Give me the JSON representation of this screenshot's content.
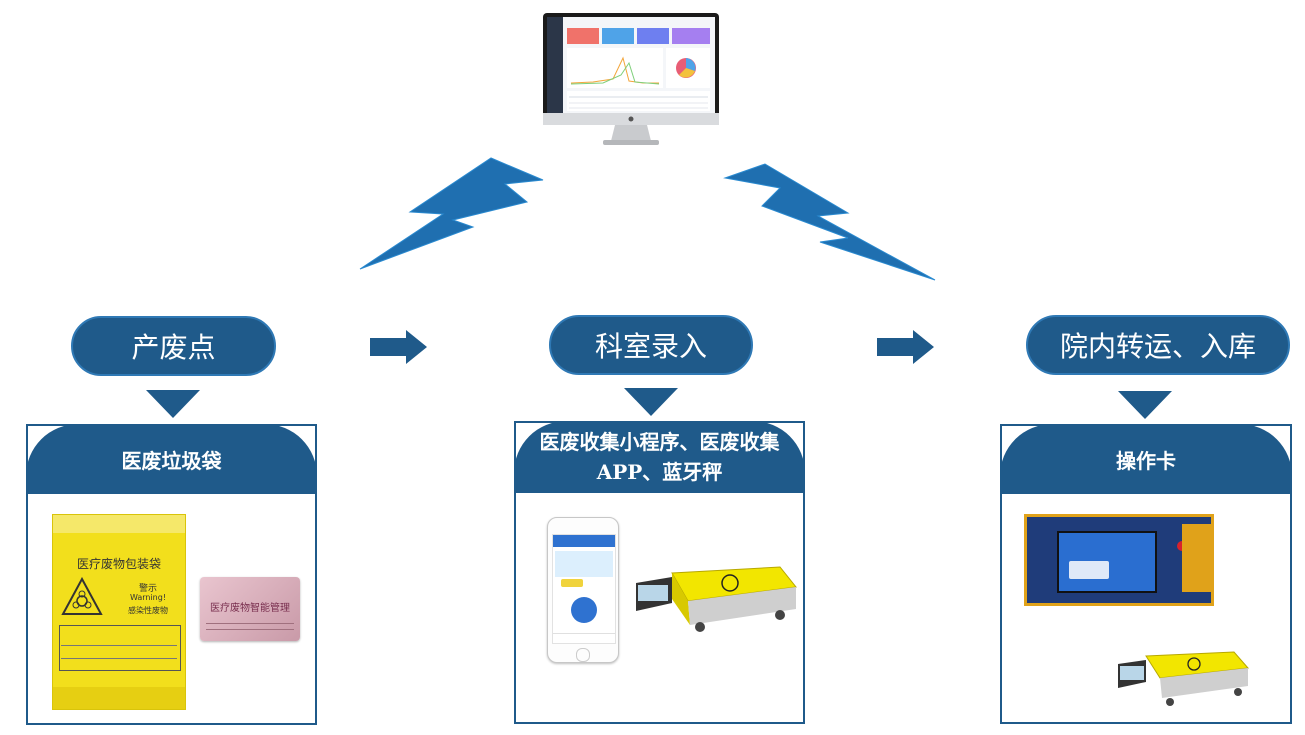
{
  "stages": [
    {
      "title": "产废点",
      "panel_title": "医废垃圾袋"
    },
    {
      "title": "科室录入",
      "panel_title": "医废收集小程序、医废收集APP、蓝牙秤"
    },
    {
      "title": "院内转运、入库",
      "panel_title": "操作卡"
    }
  ],
  "bag_text": {
    "title": "医疗废物包装袋",
    "warning": "警示",
    "warning_en": "Warning!",
    "kind": "感染性废物"
  },
  "card_text": "医疗废物智能管理",
  "colors": {
    "primary": "#1f5a8a",
    "lightning": "#1f6fb0",
    "yellow": "#f2e600"
  }
}
